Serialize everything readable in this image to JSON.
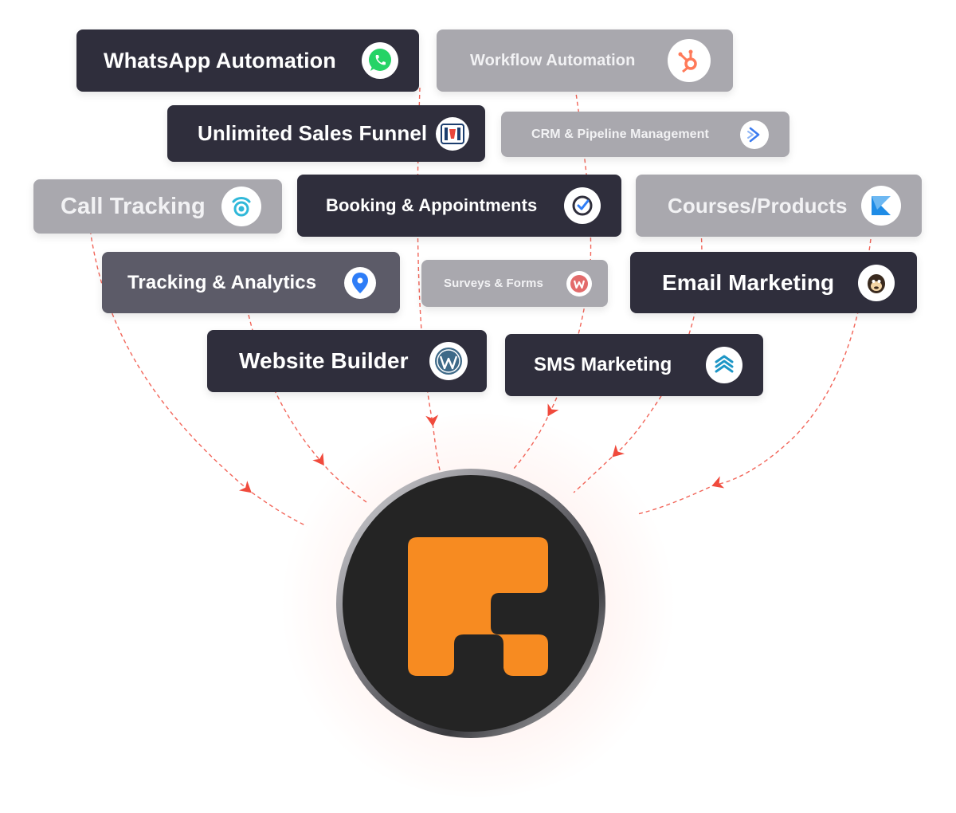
{
  "colors": {
    "pill_dark": "#2f2e3c",
    "pill_mid": "#5c5b68",
    "pill_light": "#a9a8ae",
    "connector": "#f04a3c",
    "hub_bg": "#242424",
    "logo": "#f78b21"
  },
  "features": [
    {
      "id": "whatsapp",
      "label": "WhatsApp Automation",
      "icon": "whatsapp-icon",
      "shade": "dark"
    },
    {
      "id": "workflow",
      "label": "Workflow Automation",
      "icon": "hubspot-icon",
      "shade": "light"
    },
    {
      "id": "sales-funnel",
      "label": "Unlimited Sales Funnel",
      "icon": "clickfunnels-icon",
      "shade": "dark"
    },
    {
      "id": "crm",
      "label": "CRM & Pipeline Management",
      "icon": "pipeline-arrow-icon",
      "shade": "light"
    },
    {
      "id": "call-tracking",
      "label": "Call Tracking",
      "icon": "call-tracking-icon",
      "shade": "light"
    },
    {
      "id": "booking",
      "label": "Booking & Appointments",
      "icon": "calendar-check-icon",
      "shade": "dark"
    },
    {
      "id": "courses",
      "label": "Courses/Products",
      "icon": "kajabi-icon",
      "shade": "light"
    },
    {
      "id": "tracking",
      "label": "Tracking & Analytics",
      "icon": "location-pin-icon",
      "shade": "mid"
    },
    {
      "id": "surveys",
      "label": "Surveys & Forms",
      "icon": "wufoo-icon",
      "shade": "light"
    },
    {
      "id": "email",
      "label": "Email Marketing",
      "icon": "mailchimp-icon",
      "shade": "dark"
    },
    {
      "id": "website",
      "label": "Website Builder",
      "icon": "wordpress-icon",
      "shade": "dark"
    },
    {
      "id": "sms",
      "label": "SMS Marketing",
      "icon": "layers-chevron-icon",
      "shade": "dark"
    }
  ],
  "hub": {
    "logo_icon": "brand-logo-icon"
  }
}
